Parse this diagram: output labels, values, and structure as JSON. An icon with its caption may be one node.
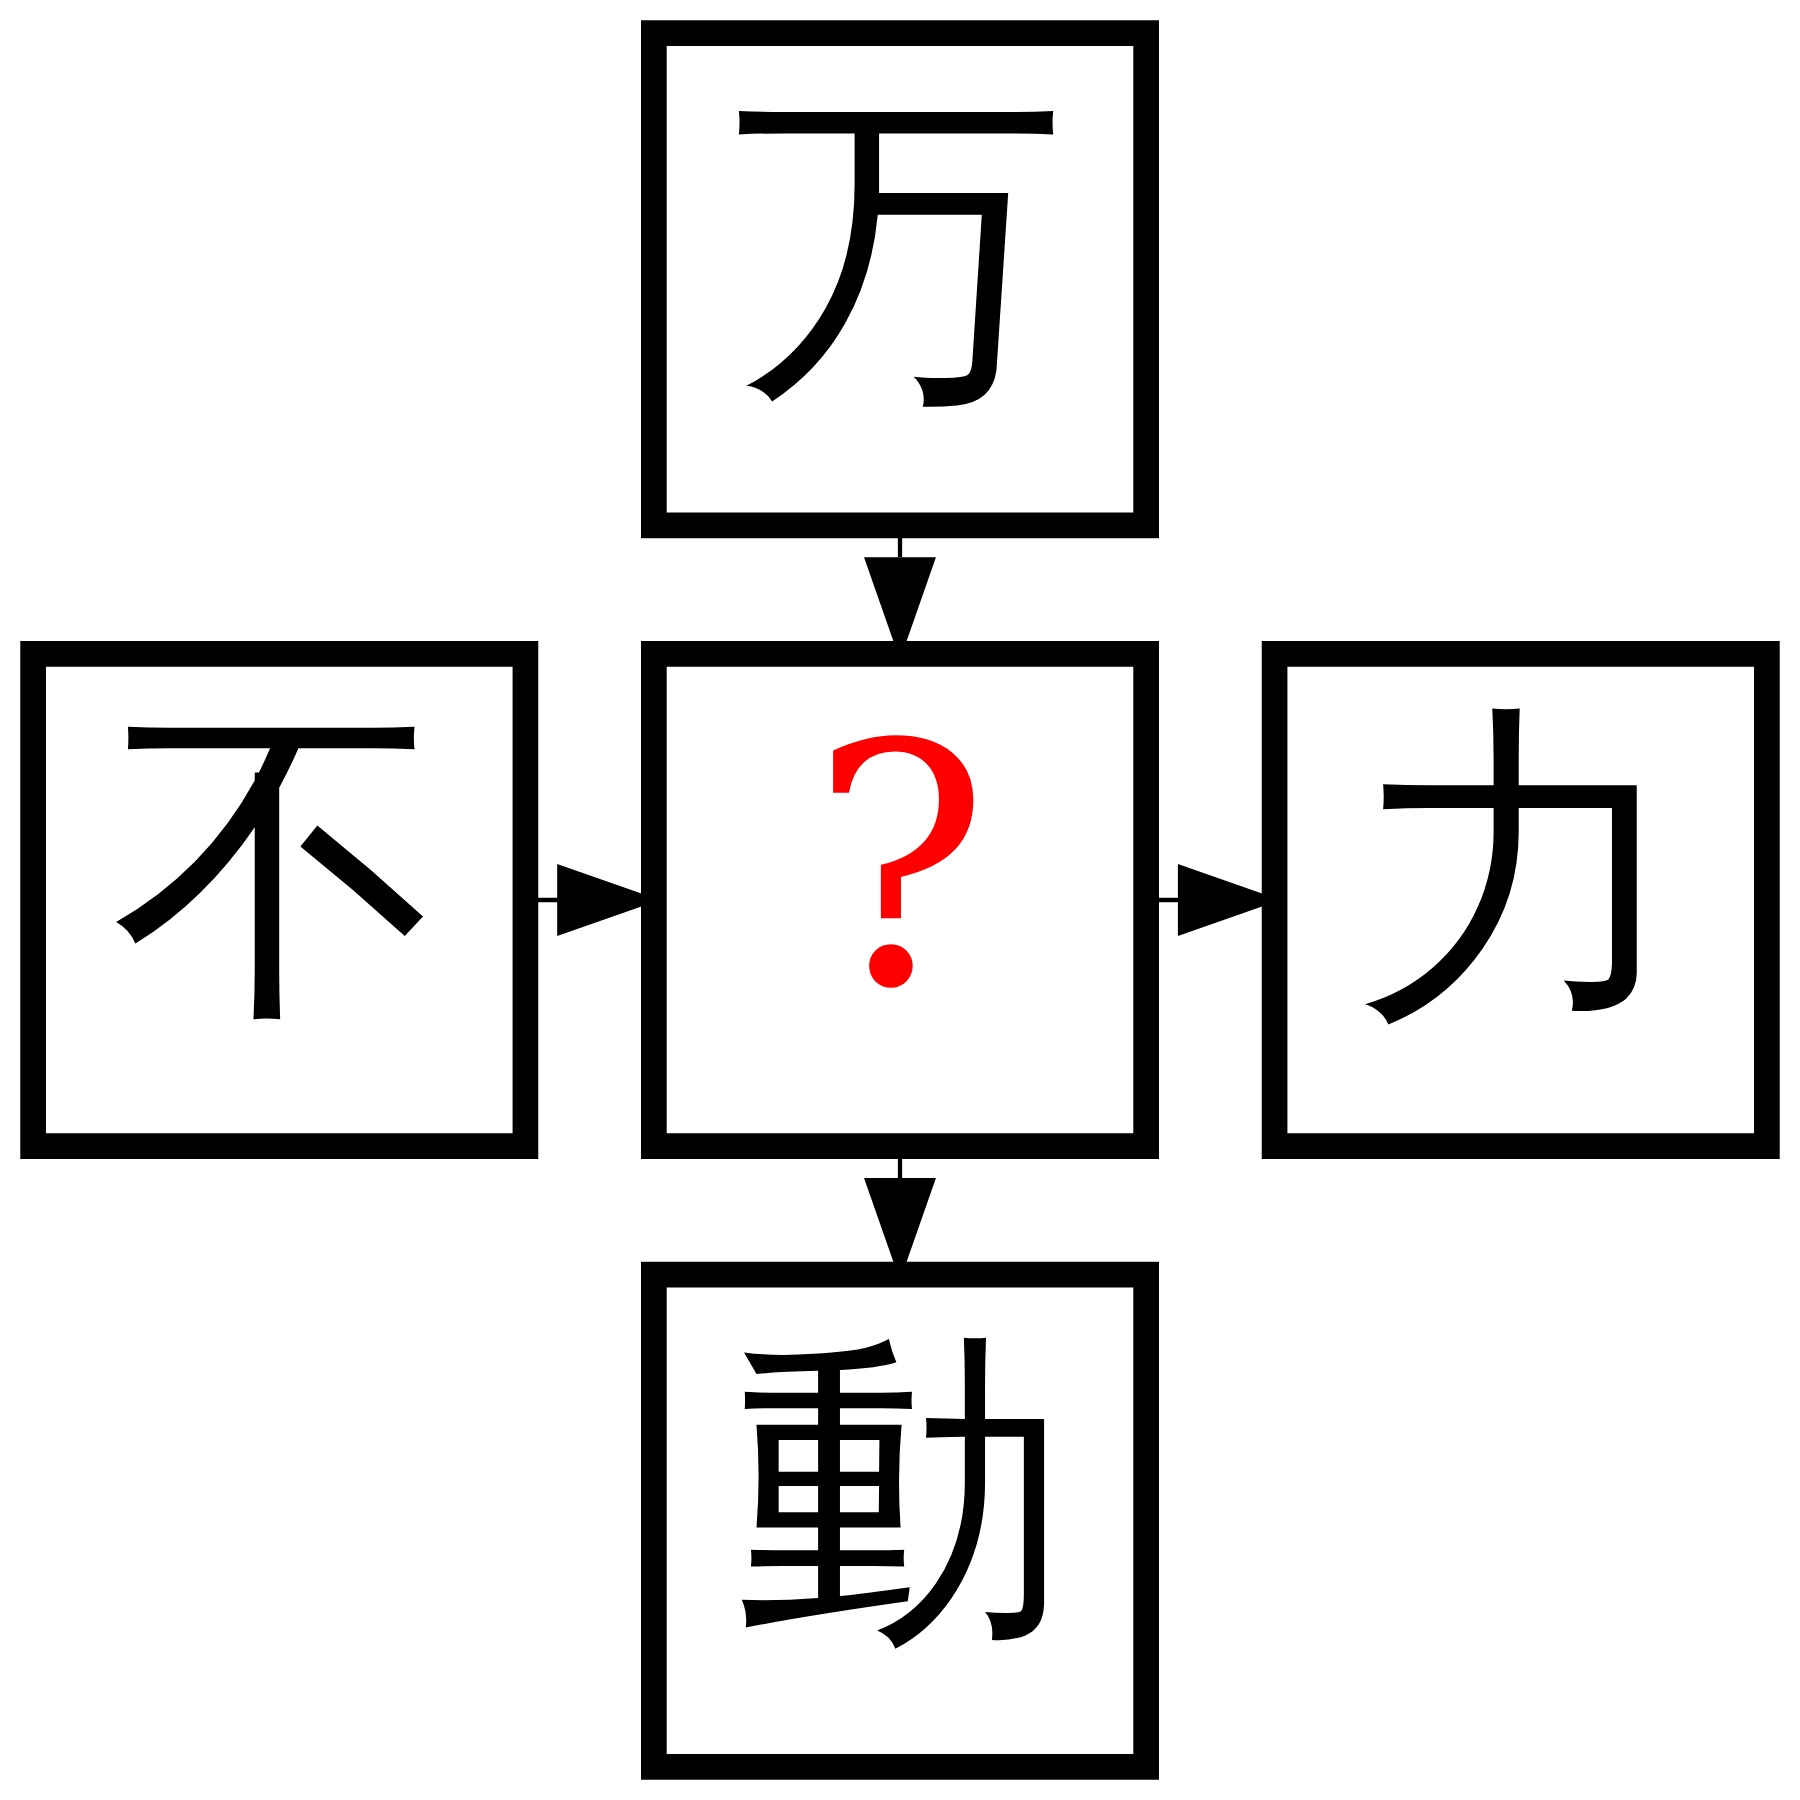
{
  "diagram": {
    "nodes": [
      {
        "text": [
          "万"
        ]
      },
      {
        "text": [
          "不"
        ]
      },
      {
        "text": [
          "?"
        ]
      },
      {
        "text": [
          "力"
        ]
      },
      {
        "text": [
          "動"
        ]
      }
    ],
    "edges": [
      {
        "from": 0,
        "to": 2,
        "arrow": "to"
      },
      {
        "from": 1,
        "to": 2,
        "arrow": "to"
      },
      {
        "from": 2,
        "to": 3,
        "arrow": "to"
      },
      {
        "from": 2,
        "to": 4,
        "arrow": "to"
      }
    ]
  }
}
